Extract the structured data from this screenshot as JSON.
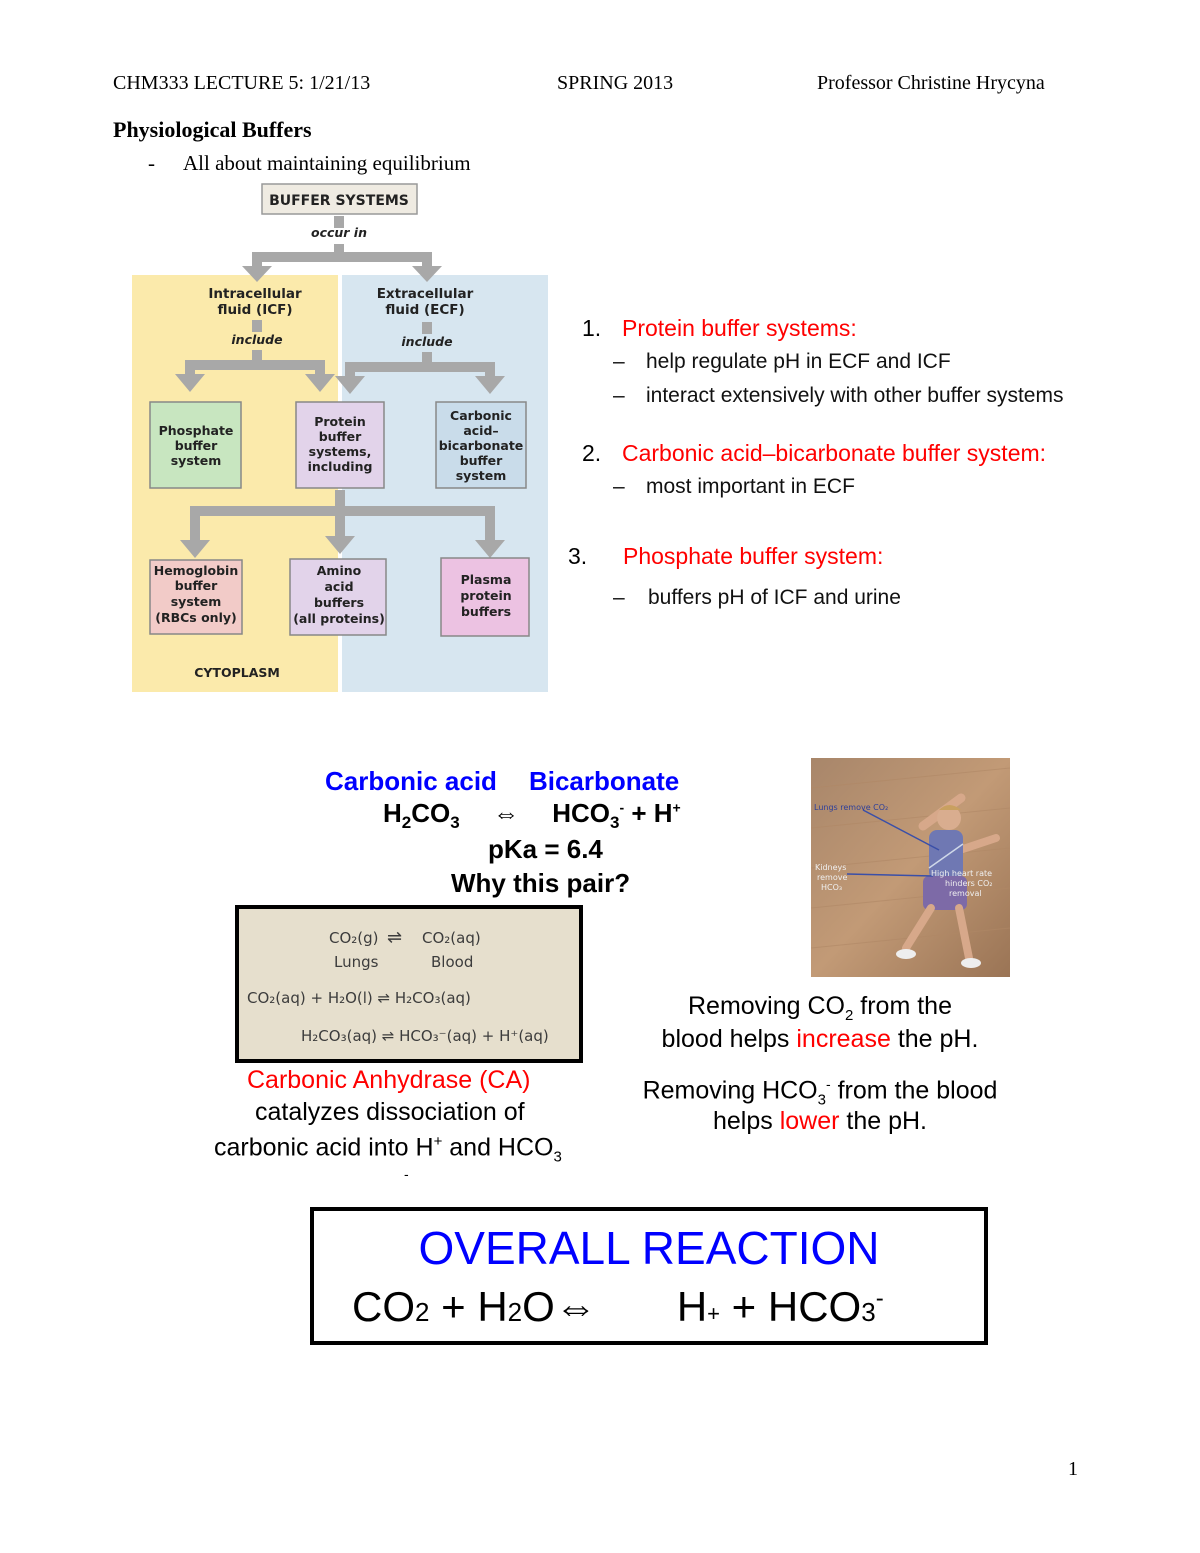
{
  "header": {
    "course": "CHM333 LECTURE 5:  1/21/13",
    "term": "SPRING 2013",
    "professor": "Professor Christine Hrycyna"
  },
  "section": {
    "title": "Physiological Buffers",
    "bullet_dash": "-",
    "bullet": "All about maintaining equilibrium"
  },
  "flowchart": {
    "top": "BUFFER SYSTEMS",
    "occur_in": "occur in",
    "icf_line1": "Intracellular",
    "icf_line2": "fluid (ICF)",
    "ecf_line1": "Extracellular",
    "ecf_line2": "fluid (ECF)",
    "include_left": "include",
    "include_right": "include",
    "phosphate": [
      "Phosphate",
      "buffer",
      "system"
    ],
    "protein": [
      "Protein",
      "buffer",
      "systems,",
      "including"
    ],
    "carbonic": [
      "Carbonic",
      "acid–",
      "bicarbonate",
      "buffer",
      "system"
    ],
    "hemoglobin": [
      "Hemoglobin",
      "buffer",
      "system",
      "(RBCs only)"
    ],
    "amino": [
      "Amino",
      "acid",
      "buffers",
      "(all proteins)"
    ],
    "plasma": [
      "Plasma",
      "protein",
      "buffers"
    ],
    "cytoplasm": "CYTOPLASM",
    "colors": {
      "icf_bg": "#fbeaab",
      "ecf_bg": "#d7e6f0",
      "arrow": "#a8a8a8",
      "green": "#c8e6c0",
      "purple": "#e2d3ea",
      "blue": "#c9dcea",
      "pink": "#f2cbc8",
      "magenta": "#ecc2e2"
    }
  },
  "list": [
    {
      "num": "1.",
      "title": "Protein buffer systems:",
      "items": [
        "help regulate pH in ECF and ICF",
        "interact extensively with other buffer systems"
      ]
    },
    {
      "num": "2.",
      "title": "Carbonic acid–bicarbonate buffer system:",
      "items": [
        "most important in ECF"
      ]
    },
    {
      "num": "3.",
      "title": "Phosphate buffer system:",
      "items": [
        "buffers pH of ICF and urine"
      ]
    }
  ],
  "list_dash": "–",
  "equation": {
    "label_acid": "Carbonic acid",
    "label_base": "Bicarbonate",
    "h2co3_main": "H",
    "h2co3_sub": "2",
    "h2co3_rest": "CO",
    "h2co3_sub2": "3",
    "arrow": "⇔",
    "hco3": "HCO",
    "hco3_sub": "3",
    "hco3_sup": "-",
    "plus_h": "+ H",
    "h_sup": "+",
    "pka": "pKa = 6.4",
    "question": "Why this pair?"
  },
  "ca_box": {
    "row1_left": "CO₂(g)",
    "row1_arrow": "⇌",
    "row1_right": "CO₂(aq)",
    "row1_label_left": "Lungs",
    "row1_label_right": "Blood",
    "row2": "CO₂(aq) + H₂O(l) ⇌ H₂CO₃(aq)",
    "row3": "H₂CO₃(aq) ⇌ HCO₃⁻(aq) + H⁺(aq)"
  },
  "ca_text": {
    "line1": "Carbonic Anhydrase (CA)",
    "line2": "catalyzes dissociation of",
    "line3_a": "carbonic acid into H",
    "line3_sup": "+",
    "line3_b": " and HCO",
    "line3_sub": "3",
    "line4": "-"
  },
  "photo": {
    "label_lungs": "Lungs remove CO₂",
    "label_kidneys": [
      "Kidneys",
      "remove",
      "HCO₃"
    ],
    "label_heart": [
      "High heart rate",
      "hinders CO₂",
      "removal"
    ]
  },
  "removing1": {
    "a": "Removing CO",
    "sub": "2",
    "b": " from the",
    "c": "blood helps ",
    "highlight": "increase",
    "d": " the pH."
  },
  "removing2": {
    "a": "Removing HCO",
    "sub": "3",
    "sup": "-",
    "b": " from the blood",
    "c": "helps ",
    "highlight": "lower",
    "d": " the pH."
  },
  "overall": {
    "title": "OVERALL REACTION",
    "co": "CO",
    "co_sub": "2",
    "plus1": " + H",
    "h2o_sub": "2",
    "o": "O",
    "arrow": "⇔",
    "h": "H",
    "h_sub": "+",
    "plus2": " + HCO",
    "hco_sub": "3",
    "hco_sup": "-"
  },
  "page_number": "1"
}
